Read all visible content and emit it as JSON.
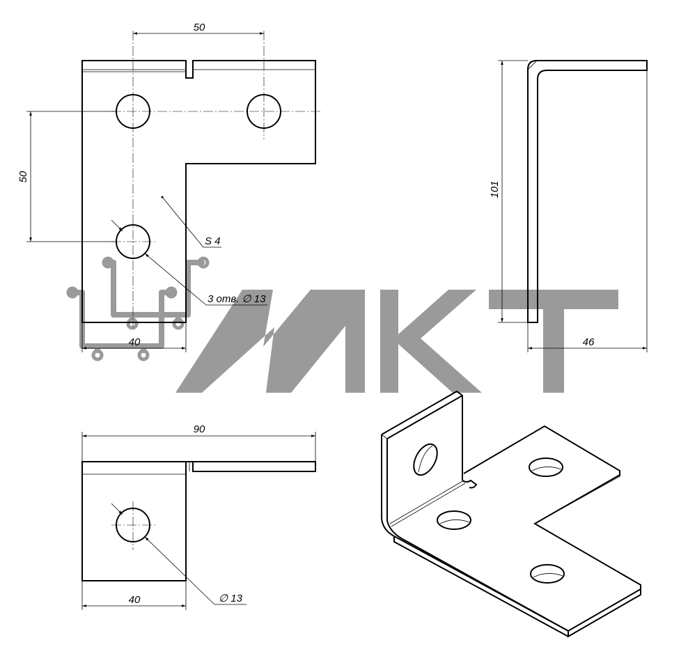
{
  "dimensions": {
    "top_width": "50",
    "left_height": "50",
    "bottom_width_plan": "40",
    "side_height": "101",
    "side_depth": "46",
    "overall_length": "90",
    "front_width": "40"
  },
  "callouts": {
    "thickness": "S 4",
    "holes_plan": "3 отв. ∅ 13",
    "hole_front": "∅ 13"
  },
  "watermark": {
    "text": "МКТ",
    "color": "#9a9a9a"
  }
}
